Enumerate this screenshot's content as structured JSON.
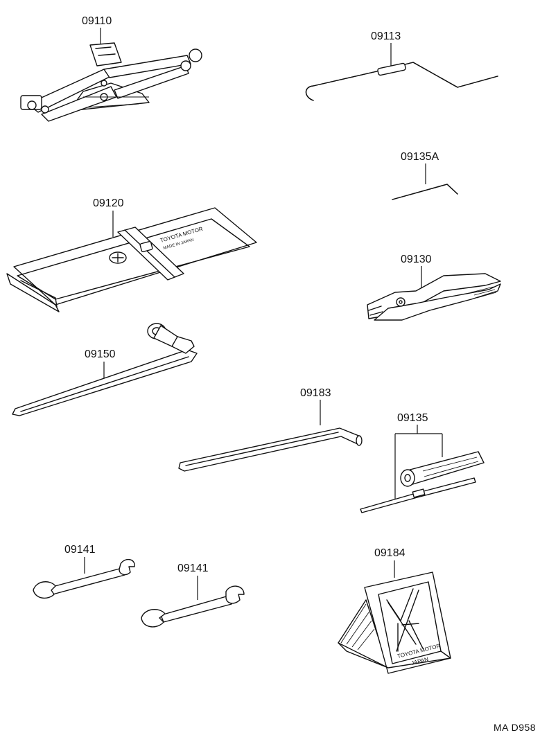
{
  "parts": {
    "jack": "09110",
    "jack_handle": "09113",
    "hex_wrench": "09135A",
    "tool_bag": "09120",
    "pliers": "09130",
    "wheel_nut_wrench": "09150",
    "pry_bar": "09183",
    "screwdriver": "09135",
    "wrench_a": "09141",
    "wrench_b": "09141",
    "wheel_chock": "09184"
  },
  "bag_print": {
    "line1": "TOYOTA MOTOR",
    "line2": "MADE IN JAPAN"
  },
  "chock_print": {
    "line1": "TOYOTA MOTOR",
    "line2": "JAPAN"
  },
  "reference_code": "MA D958"
}
